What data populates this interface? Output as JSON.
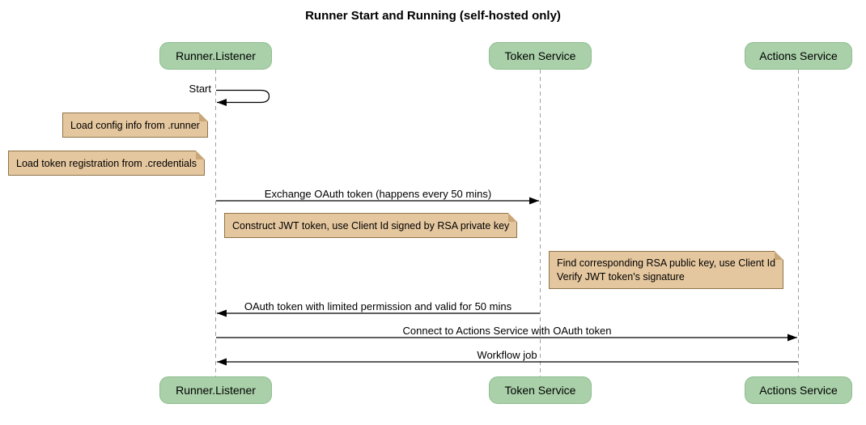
{
  "title": "Runner Start and Running (self-hosted only)",
  "participants": [
    {
      "label": "Runner.Listener"
    },
    {
      "label": "Token Service"
    },
    {
      "label": "Actions Service"
    }
  ],
  "messages": [
    {
      "label": "Start",
      "from": "Runner.Listener",
      "to": "Runner.Listener",
      "kind": "self-message"
    },
    {
      "label": "Exchange OAuth token (happens every 50 mins)",
      "from": "Runner.Listener",
      "to": "Token Service",
      "kind": "solid-arrow"
    },
    {
      "label": "OAuth token with limited permission and valid for 50 mins",
      "from": "Token Service",
      "to": "Runner.Listener",
      "kind": "solid-arrow"
    },
    {
      "label": "Connect to Actions Service with OAuth token",
      "from": "Runner.Listener",
      "to": "Actions Service",
      "kind": "solid-arrow"
    },
    {
      "label": "Workflow job",
      "from": "Actions Service",
      "to": "Runner.Listener",
      "kind": "solid-arrow"
    }
  ],
  "notes": [
    {
      "placement": "left of Runner.Listener",
      "lines": [
        "Load config info from .runner"
      ]
    },
    {
      "placement": "left of Runner.Listener",
      "lines": [
        "Load token registration from .credentials"
      ]
    },
    {
      "placement": "between Runner.Listener and Token Service",
      "lines": [
        "Construct JWT token, use Client Id signed by RSA private key"
      ]
    },
    {
      "placement": "between Token Service and Actions Service",
      "lines": [
        "Find corresponding RSA public key, use Client Id",
        "Verify JWT token's signature"
      ]
    }
  ],
  "colors": {
    "background": "#ffffff",
    "participant_fill": "#a9d0a9",
    "participant_border": "#8fbe8f",
    "note_fill": "#e5c79f",
    "note_border": "#8f744a",
    "lifeline": "#a0a0a0",
    "arrow": "#000000",
    "text": "#000000"
  }
}
